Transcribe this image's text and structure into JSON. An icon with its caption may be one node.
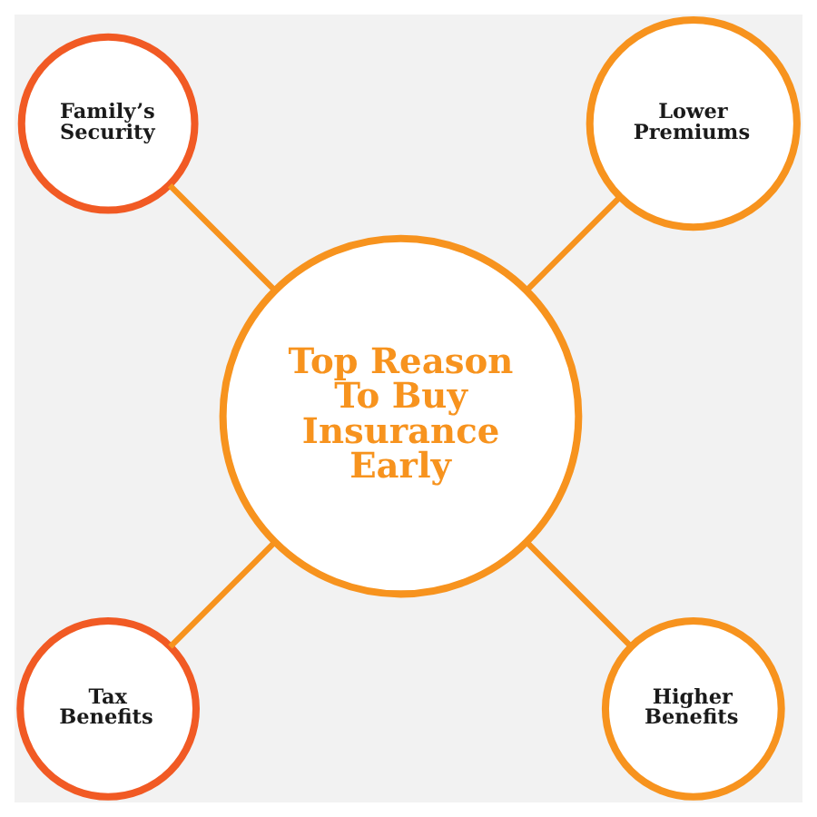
{
  "diagram": {
    "nodes": [
      {
        "text": [
          "Top Reason To Buy Insurance Early"
        ]
      },
      {
        "text": [
          "Lower Premiums"
        ]
      },
      {
        "text": [
          "Family’s Security"
        ]
      },
      {
        "text": [
          "Tax Benefits"
        ]
      },
      {
        "text": [
          "Higher Benefits"
        ]
      }
    ],
    "edges": [
      {
        "from": 0,
        "to": 1,
        "arrow": "none"
      },
      {
        "from": 0,
        "to": 2,
        "arrow": "none"
      },
      {
        "from": 0,
        "to": 3,
        "arrow": "none"
      },
      {
        "from": 0,
        "to": 4,
        "arrow": "none"
      }
    ]
  }
}
